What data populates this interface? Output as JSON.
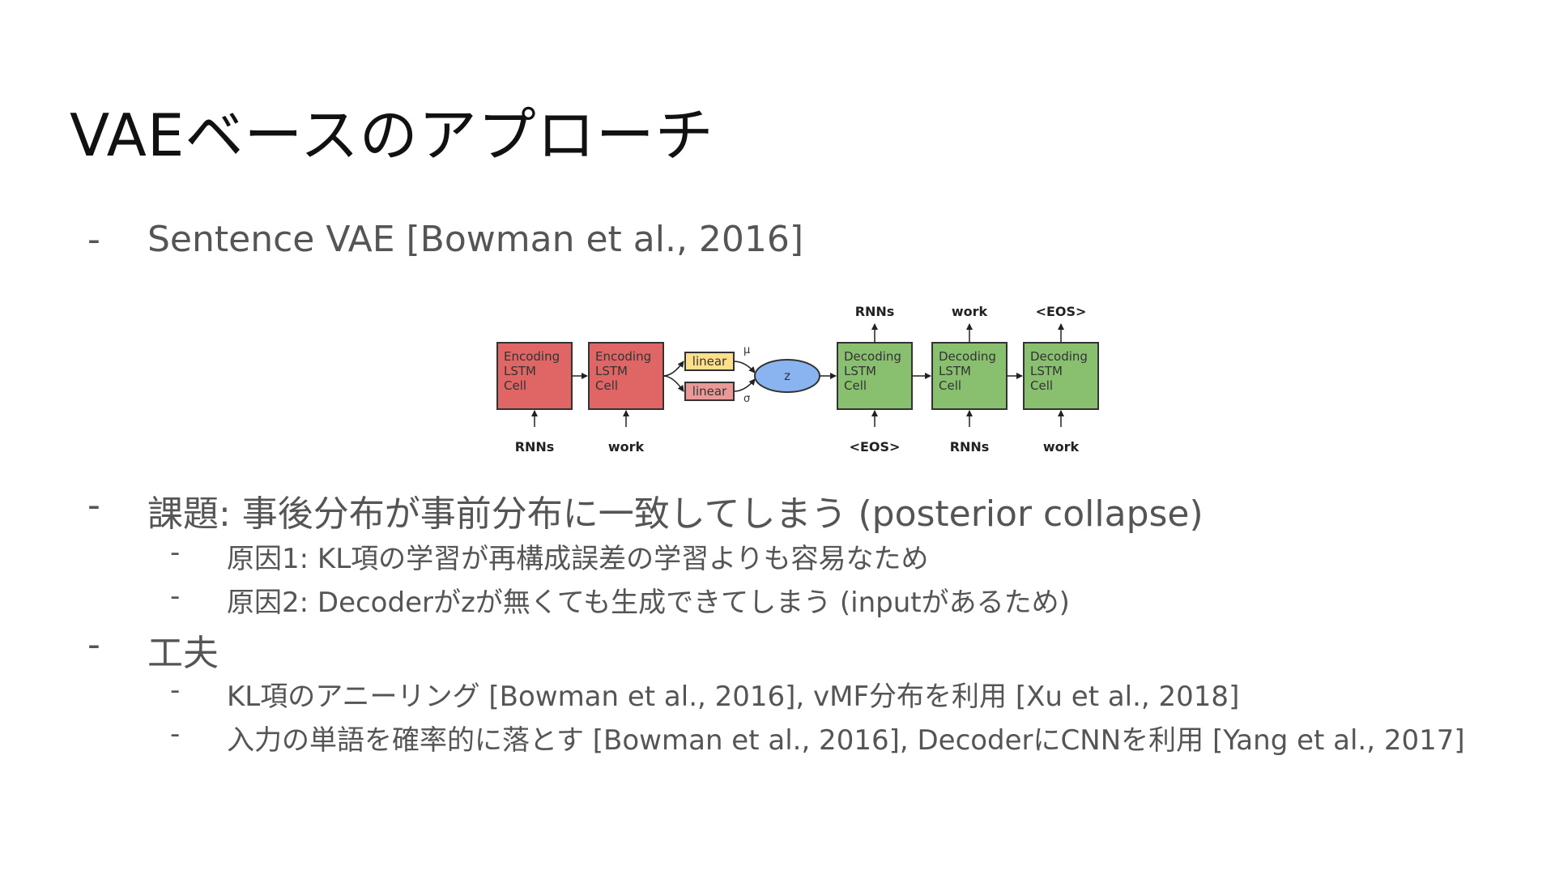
{
  "title": "VAEベースのアプローチ",
  "bullets": {
    "b1": "Sentence VAE [Bowman et al., 2016]",
    "b2": "課題: 事後分布が事前分布に一致してしまう (posterior collapse)",
    "b2_1": "原因1: KL項の学習が再構成誤差の学習よりも容易なため",
    "b2_2": "原因2: Decoderがzが無くても生成できてしまう (inputがあるため)",
    "b3": "工夫",
    "b3_1": "KL項のアニーリング [Bowman et al., 2016], vMF分布を利用 [Xu et al., 2018]",
    "b3_2": "入力の単語を確率的に落とす [Bowman et al., 2016], DecoderにCNNを利用 [Yang et al., 2017]"
  },
  "bullet_marker": "-",
  "diagram": {
    "encoder_cells": [
      {
        "line1": "Encoding",
        "line2": "LSTM",
        "line3": "Cell"
      },
      {
        "line1": "Encoding",
        "line2": "LSTM",
        "line3": "Cell"
      }
    ],
    "encoder_inputs": [
      "RNNs",
      "work"
    ],
    "linear_mu": "linear",
    "linear_sigma": "linear",
    "mu_symbol": "μ",
    "sigma_symbol": "σ",
    "latent": "z",
    "decoder_cells": [
      {
        "line1": "Decoding",
        "line2": "LSTM",
        "line3": "Cell"
      },
      {
        "line1": "Decoding",
        "line2": "LSTM",
        "line3": "Cell"
      },
      {
        "line1": "Decoding",
        "line2": "LSTM",
        "line3": "Cell"
      }
    ],
    "decoder_inputs": [
      "<EOS>",
      "RNNs",
      "work"
    ],
    "decoder_outputs": [
      "RNNs",
      "work",
      "<EOS>"
    ],
    "colors": {
      "encoder_fill": "#e06666",
      "decoder_fill": "#88c070",
      "linear_mu_fill": "#ffe08a",
      "linear_sigma_fill": "#ea9999",
      "latent_fill": "#8ab4f0",
      "stroke": "#333333"
    }
  }
}
